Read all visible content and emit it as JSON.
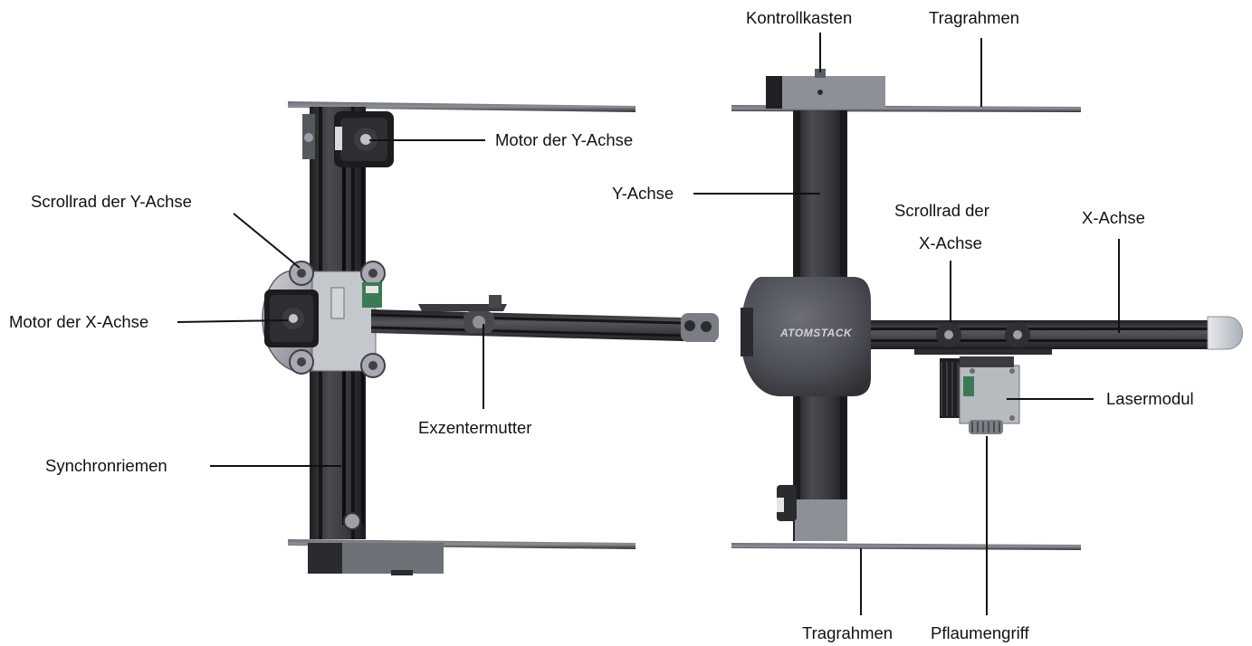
{
  "labels": {
    "control_box": "Kontrollkasten",
    "support_frame_top": "Tragrahmen",
    "y_axis_motor": "Motor der Y-Achse",
    "y_axis_scroll_wheel": "Scrollrad der Y-Achse",
    "x_axis_motor": "Motor der X-Achse",
    "y_axis": "Y-Achse",
    "x_axis_scroll_wheel_line1": "Scrollrad der",
    "x_axis_scroll_wheel_line2": "X-Achse",
    "x_axis": "X-Achse",
    "eccentric_nut": "Exzentermutter",
    "laser_module": "Lasermodul",
    "timing_belt": "Synchronriemen",
    "support_frame_bottom": "Tragrahmen",
    "plum_handle": "Pflaumengriff"
  },
  "brand": {
    "logo_text": "ATOMSTACK"
  },
  "colors": {
    "frame_dark": "#3a3a3e",
    "profile_dark": "#2c2c30",
    "metal_light": "#b9bcc2",
    "housing_grey": "#505358",
    "label_text": "#111111"
  }
}
